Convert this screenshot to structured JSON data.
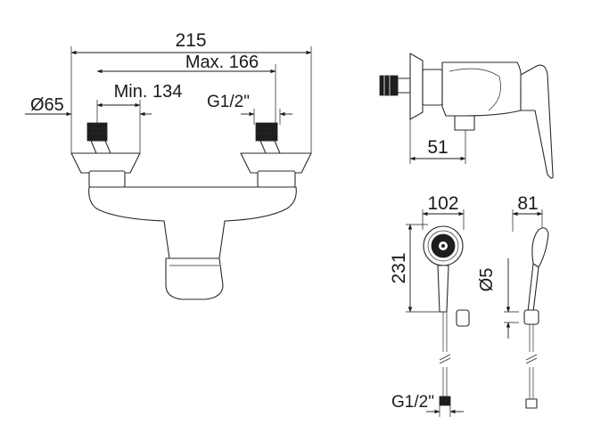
{
  "labels": {
    "overall_width": "215",
    "max_spacing": "Max. 166",
    "min_spacing": "Min. 134",
    "flange_diameter": "Ø65",
    "inlet_thread": "G1/2\"",
    "projection": "51",
    "head_width": "102",
    "handshower_length": "231",
    "handle_depth": "81",
    "holder_diameter": "Ø5",
    "hose_thread": "G1/2\""
  },
  "colors": {
    "line": "#1a1a1a",
    "dark_fill": "#1e1e1e",
    "background": "#ffffff"
  }
}
